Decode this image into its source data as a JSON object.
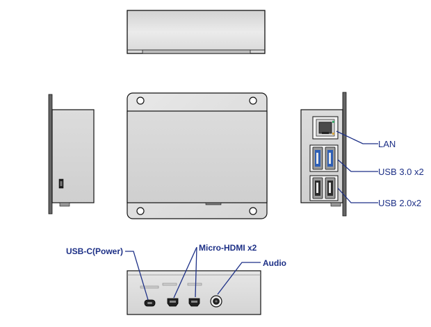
{
  "labels": {
    "lan": "LAN",
    "usb3": "USB 3.0 x2",
    "usb2": "USB 2.0x2",
    "usbc": "USB-C(Power)",
    "hdmi": "Micro-HDMI x2",
    "audio": "Audio"
  },
  "colors": {
    "body_fill": "#e3e3e3",
    "outline": "#111111",
    "leader_line": "#1c2f86",
    "label_text": "#1c2f86",
    "port_highlight": "#2e5fb5"
  }
}
